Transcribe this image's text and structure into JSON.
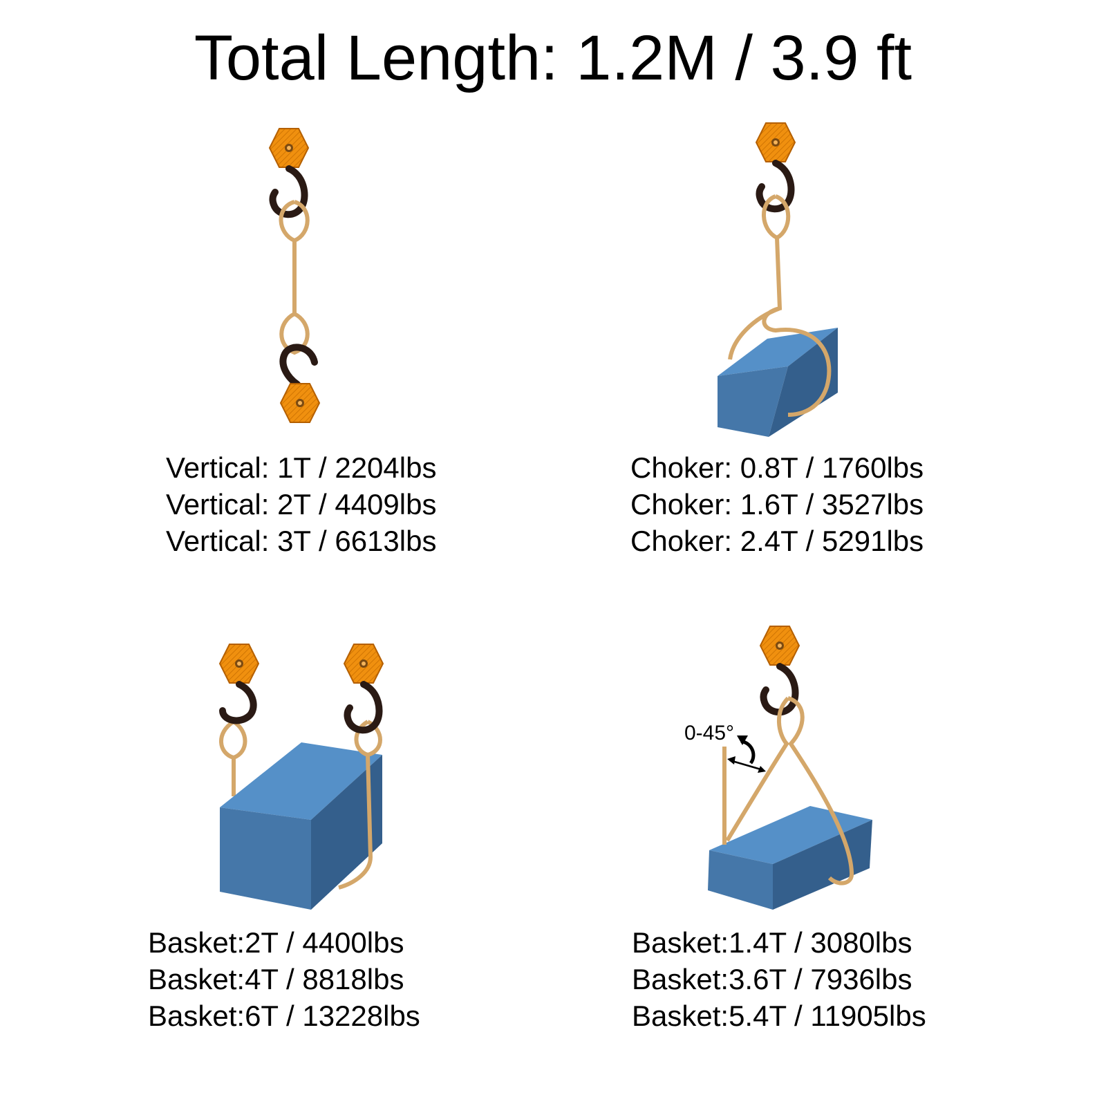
{
  "title": "Total Length: 1.2M / 3.9 ft",
  "colors": {
    "hook_orange": "#F0900F",
    "hook_body": "#2A1A14",
    "sling": "#D4A76A",
    "block_front": "#4577A9",
    "block_top": "#5590C8",
    "block_side": "#345F8C"
  },
  "panels": [
    {
      "method": "vertical",
      "ratings": [
        "Vertical: 1T / 2204lbs",
        "Vertical: 2T / 4409lbs",
        "Vertical: 3T / 6613lbs"
      ]
    },
    {
      "method": "choker",
      "ratings": [
        "Choker: 0.8T / 1760lbs",
        "Choker: 1.6T / 3527lbs",
        "Choker: 2.4T / 5291lbs"
      ]
    },
    {
      "method": "basket",
      "ratings": [
        "Basket:2T / 4400lbs",
        "Basket:4T / 8818lbs",
        "Basket:6T / 13228lbs"
      ]
    },
    {
      "method": "basket-angled",
      "angle_label": "0-45°",
      "ratings": [
        "Basket:1.4T / 3080lbs",
        "Basket:3.6T / 7936lbs",
        "Basket:5.4T / 11905lbs"
      ]
    }
  ]
}
